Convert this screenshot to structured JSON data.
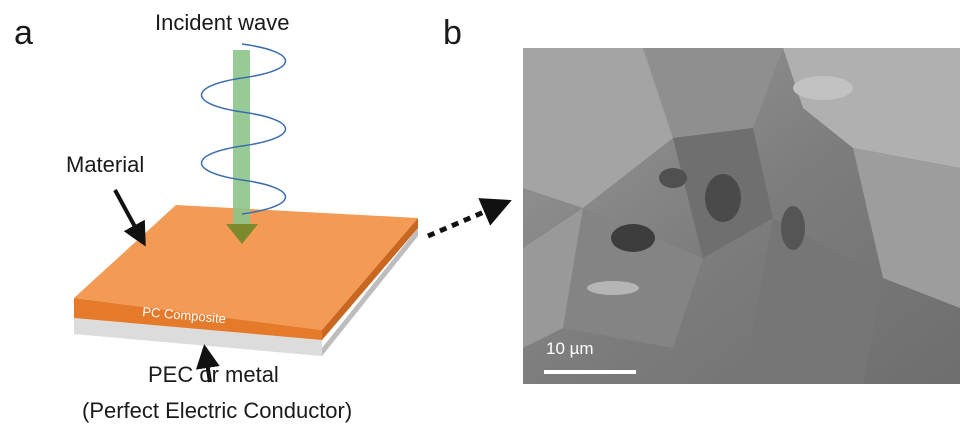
{
  "panels": {
    "a": "a",
    "b": "b"
  },
  "labels": {
    "incident": "Incident wave",
    "material": "Material",
    "composite": "PC Composite",
    "pec_line1": "PEC or metal",
    "pec_line2": "(Perfect Electric Conductor)"
  },
  "sem": {
    "scale_label": "10 µm"
  },
  "colors": {
    "composite_top": "#f39a55",
    "composite_front": "#e57a2a",
    "pec": "#d9d9d9",
    "beam": "#8cc48a",
    "wave": "#3b6eb0"
  }
}
